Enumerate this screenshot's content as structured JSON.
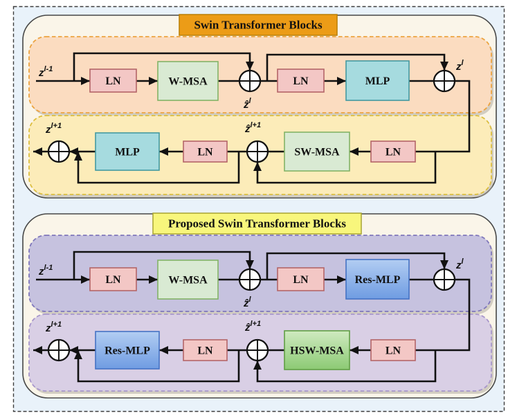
{
  "panels": [
    {
      "title": "Swin Transformer Blocks",
      "rows": [
        {
          "blocks": [
            {
              "label": "LN"
            },
            {
              "label": "W-MSA"
            },
            {
              "label": "LN"
            },
            {
              "label": "MLP"
            }
          ]
        },
        {
          "blocks": [
            {
              "label": "LN"
            },
            {
              "label": "SW-MSA"
            },
            {
              "label": "LN"
            },
            {
              "label": "MLP"
            }
          ]
        }
      ]
    },
    {
      "title": "Proposed Swin Transformer Blocks",
      "rows": [
        {
          "blocks": [
            {
              "label": "LN"
            },
            {
              "label": "W-MSA"
            },
            {
              "label": "LN"
            },
            {
              "label": "Res-MLP"
            }
          ]
        },
        {
          "blocks": [
            {
              "label": "LN"
            },
            {
              "label": "HSW-MSA"
            },
            {
              "label": "LN"
            },
            {
              "label": "Res-MLP"
            }
          ]
        }
      ]
    }
  ],
  "signals": {
    "z_prev": {
      "base": "z",
      "sup": "l-1"
    },
    "z_hat": {
      "base": "ẑ",
      "sup": "l"
    },
    "z_cur": {
      "base": "z",
      "sup": "l"
    },
    "z_hat_next": {
      "base": "ẑ",
      "sup": "l+1"
    },
    "z_next": {
      "base": "z",
      "sup": "l+1"
    }
  },
  "adder_symbol": "⊕",
  "colors": {
    "canvas_bg": "#e9f2fa",
    "outer_dash": "#3c3c3c",
    "panel_fill": "#faf5e9",
    "panel_border": "#474747",
    "header_swin_fill": "#ec9c17",
    "header_swin_border": "#b97e05",
    "header_proposed_fill": "#f8f67c",
    "header_proposed_border": "#a8a432",
    "row_swin_msa_fill": "#fbdcc0",
    "row_swin_msa_border": "#eca33f",
    "row_swin_mlp_fill": "#fcecb9",
    "row_swin_mlp_border": "#dcbe3e",
    "row_prop_msa_fill": "#c6c2df",
    "row_prop_msa_border": "#7f77bb",
    "row_prop_mlp_fill": "#d9cfe5",
    "row_prop_mlp_border": "#a796cb",
    "ln_fill": "#f3c7c5",
    "ln_border": "#b46568",
    "wmsa_fill": "#d9ead3",
    "wmsa_border": "#82b366",
    "mlp_fill": "#a6dbdf",
    "mlp_border": "#4399a1",
    "res_mlp_top": "#b2cdf2",
    "res_mlp_bottom": "#6f9ce2",
    "res_mlp_border": "#4472c4",
    "hsw_top": "#cfeac0",
    "hsw_bottom": "#8cca74",
    "hsw_border": "#5f9e43",
    "wire": "#111111"
  }
}
